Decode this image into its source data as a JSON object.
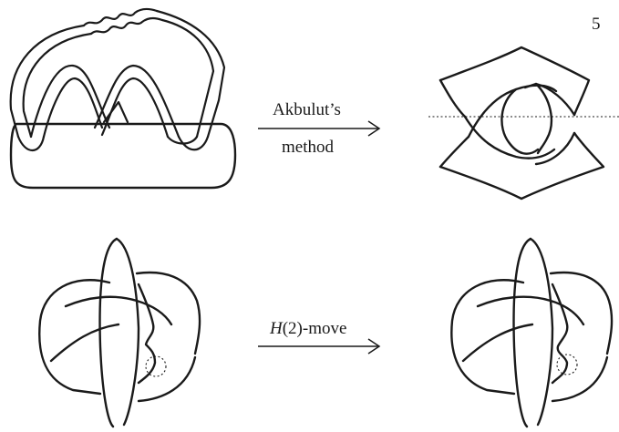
{
  "labels": {
    "framing": "5",
    "top_arrow_line1": "Akbulut’s",
    "top_arrow_line2": "method",
    "bottom_arrow_italic": "H",
    "bottom_arrow_rest": "(2)-move"
  },
  "colors": {
    "ink": "#1a1a1a",
    "background": "#ffffff"
  }
}
